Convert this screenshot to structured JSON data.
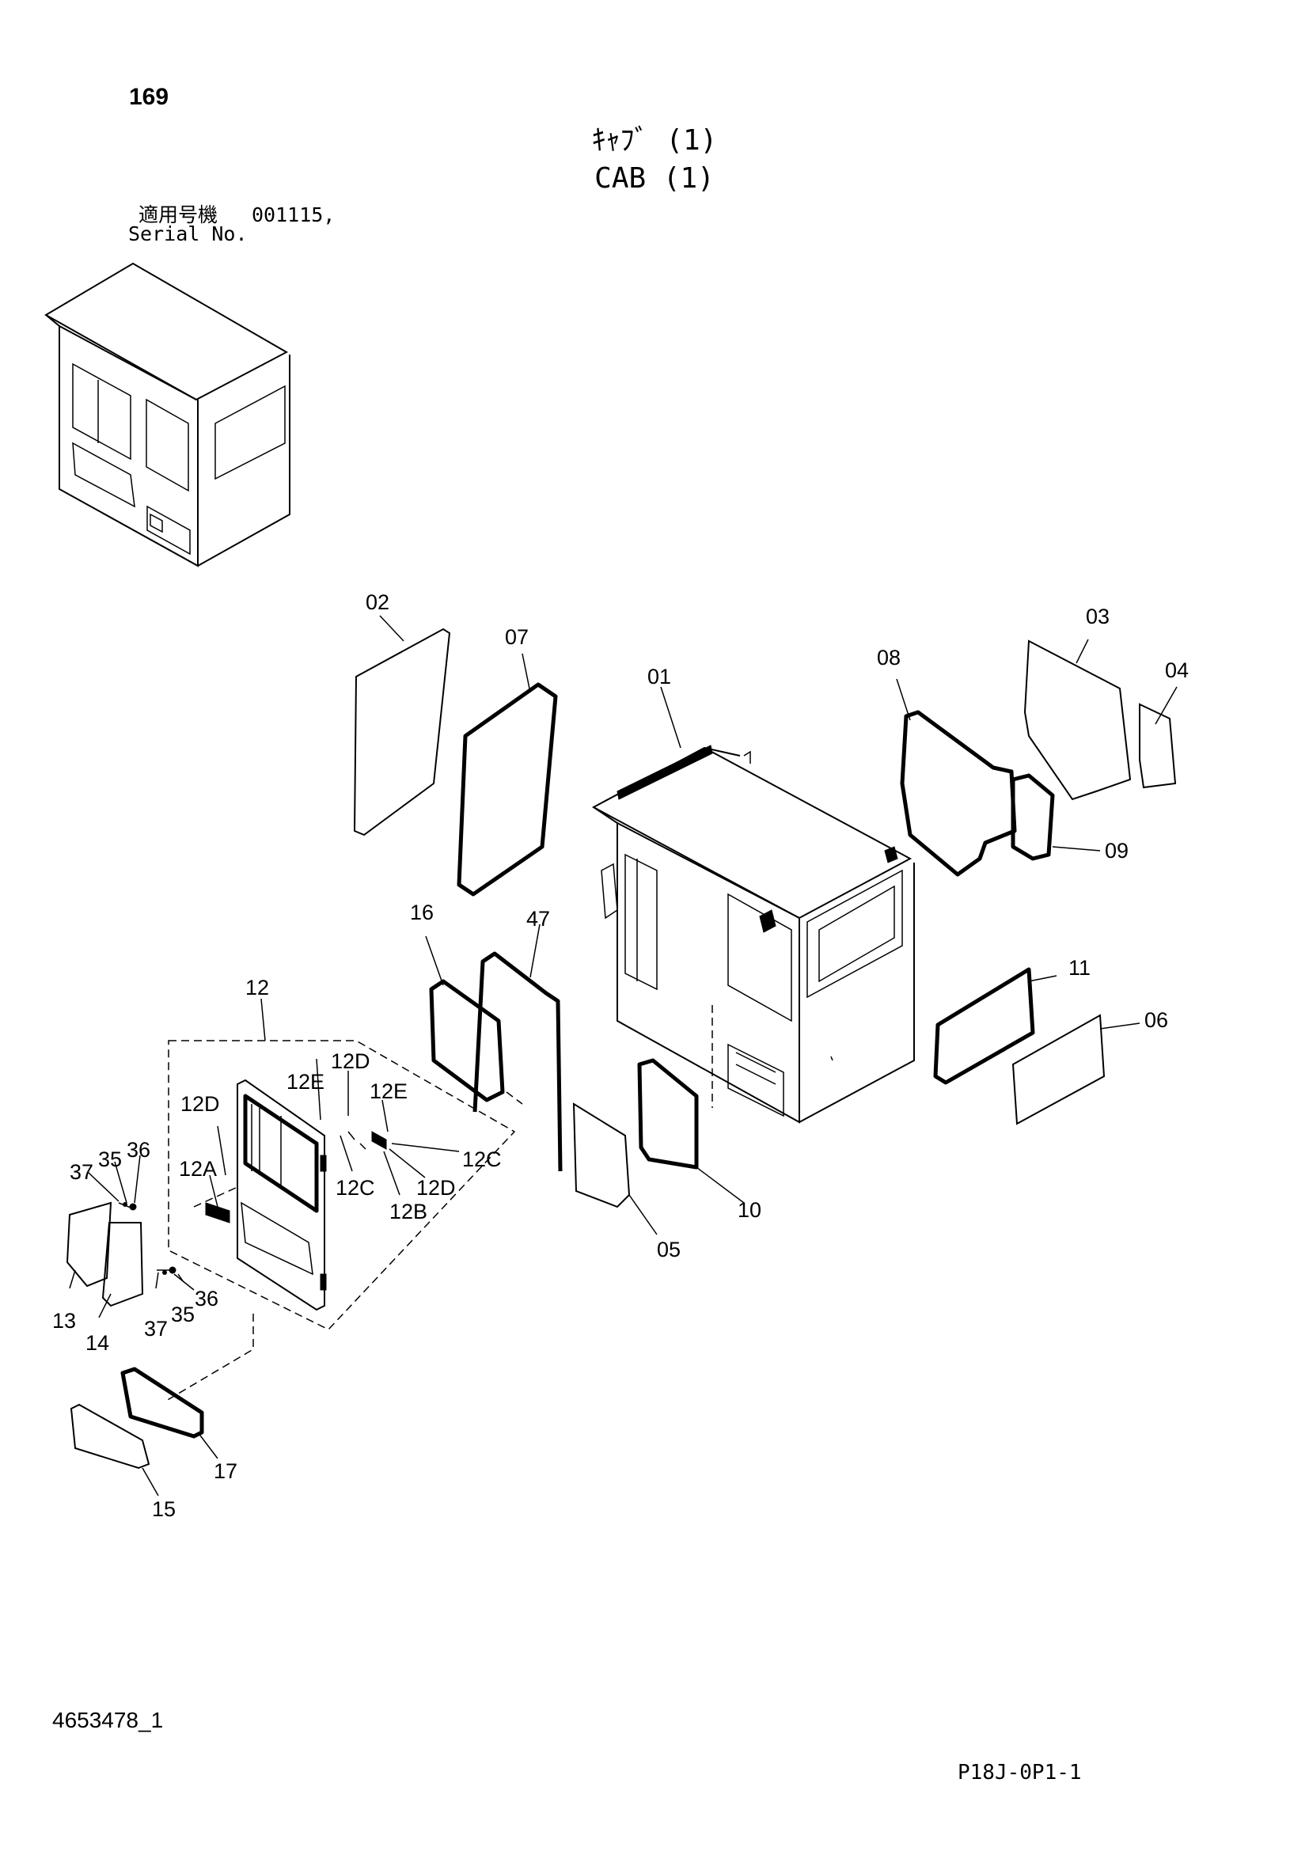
{
  "page_number": "169",
  "title_jp": "ｷｬﾌﾞ (1)",
  "title_en": "CAB (1)",
  "serial": {
    "label_jp": "適用号機",
    "value": "001115,",
    "label_en": "Serial No."
  },
  "part_labels": {
    "p01": "01",
    "p02": "02",
    "p03": "03",
    "p04": "04",
    "p05": "05",
    "p06": "06",
    "p07": "07",
    "p08": "08",
    "p09": "09",
    "p10": "10",
    "p11": "11",
    "p12": "12",
    "p12a": "12A",
    "p12b": "12B",
    "p12c_1": "12C",
    "p12c_2": "12C",
    "p12d_1": "12D",
    "p12d_2": "12D",
    "p12d_3": "12D",
    "p12e_1": "12E",
    "p12e_2": "12E",
    "p13": "13",
    "p14": "14",
    "p15": "15",
    "p16": "16",
    "p17": "17",
    "p35_1": "35",
    "p35_2": "35",
    "p36_1": "36",
    "p36_2": "36",
    "p37_1": "37",
    "p37_2": "37",
    "p47": "47"
  },
  "drawing_number": "4653478_1",
  "page_code": "P18J-0P1-1"
}
